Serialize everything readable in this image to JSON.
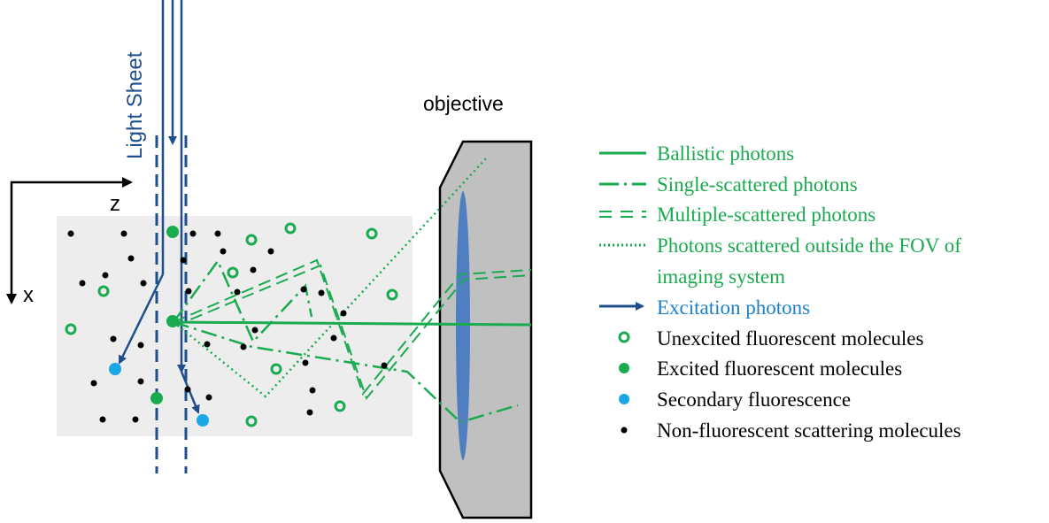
{
  "labels": {
    "light_sheet": "Light Sheet",
    "objective": "objective",
    "axis_z": "z",
    "axis_x": "x"
  },
  "legend": [
    {
      "key": "ballistic",
      "text": "Ballistic photons",
      "color": "#1aaa50",
      "style": "solid"
    },
    {
      "key": "single",
      "text": "Single-scattered photons",
      "color": "#1aaa50",
      "style": "dash-dot"
    },
    {
      "key": "multiple",
      "text": "Multiple-scattered photons",
      "color": "#1aaa50",
      "style": "double-dash"
    },
    {
      "key": "outside",
      "text": "Photons scattered outside the FOV of",
      "text2": "imaging system",
      "color": "#1aaa50",
      "style": "dotted"
    },
    {
      "key": "excitation",
      "text": "Excitation photons",
      "color": "#1f4e8c",
      "style": "arrow"
    },
    {
      "key": "unexcited",
      "text": "Unexcited fluorescent molecules",
      "color": "#000000",
      "style": "ring"
    },
    {
      "key": "excited",
      "text": "Excited fluorescent molecules",
      "color": "#000000",
      "style": "green-dot"
    },
    {
      "key": "secondary",
      "text": "Secondary fluorescence",
      "color": "#000000",
      "style": "blue-dot"
    },
    {
      "key": "nonfluor",
      "text": "Non-fluorescent scattering molecules",
      "color": "#000000",
      "style": "black-dot"
    }
  ],
  "colors": {
    "green": "#1aaa50",
    "navy": "#1f4e8c",
    "cyan": "#1aa7e6",
    "sample": "#ededed",
    "objective": "#c0c0c0",
    "lens": "#4f7fc0"
  }
}
